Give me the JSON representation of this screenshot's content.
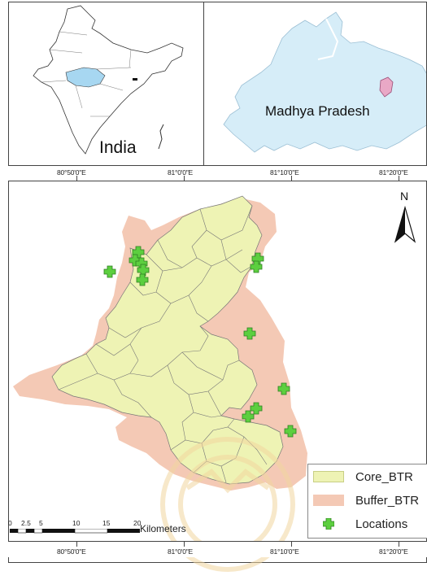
{
  "insets": {
    "india_label": "India",
    "state_label": "Madhya Pradesh"
  },
  "coords": {
    "top": [
      "80°50'0\"E",
      "81°0'0\"E",
      "81°10'0\"E",
      "81°20'0\"E"
    ],
    "bottom": [
      "80°50'0\"E",
      "81°0'0\"E",
      "81°10'0\"E",
      "81°20'0\"E"
    ]
  },
  "north": {
    "letter": "N"
  },
  "legend": {
    "items": [
      {
        "label": "Core_BTR",
        "color": "#eef3b4"
      },
      {
        "label": "Buffer_BTR",
        "color": "#f4c9b5"
      },
      {
        "label": "Locations",
        "color": "#5ccf3f"
      }
    ]
  },
  "scalebar": {
    "ticks": [
      "0",
      "2.5",
      "5",
      "10",
      "15",
      "20"
    ],
    "units": "Kilometers"
  },
  "colors": {
    "core": "#eef3b4",
    "buffer": "#f4c9b5",
    "location": "#5ccf3f",
    "inset_fill": "#d6edf8",
    "inset_highlight": "#a7d7f1",
    "inset_marker": "#e9a8c6"
  }
}
